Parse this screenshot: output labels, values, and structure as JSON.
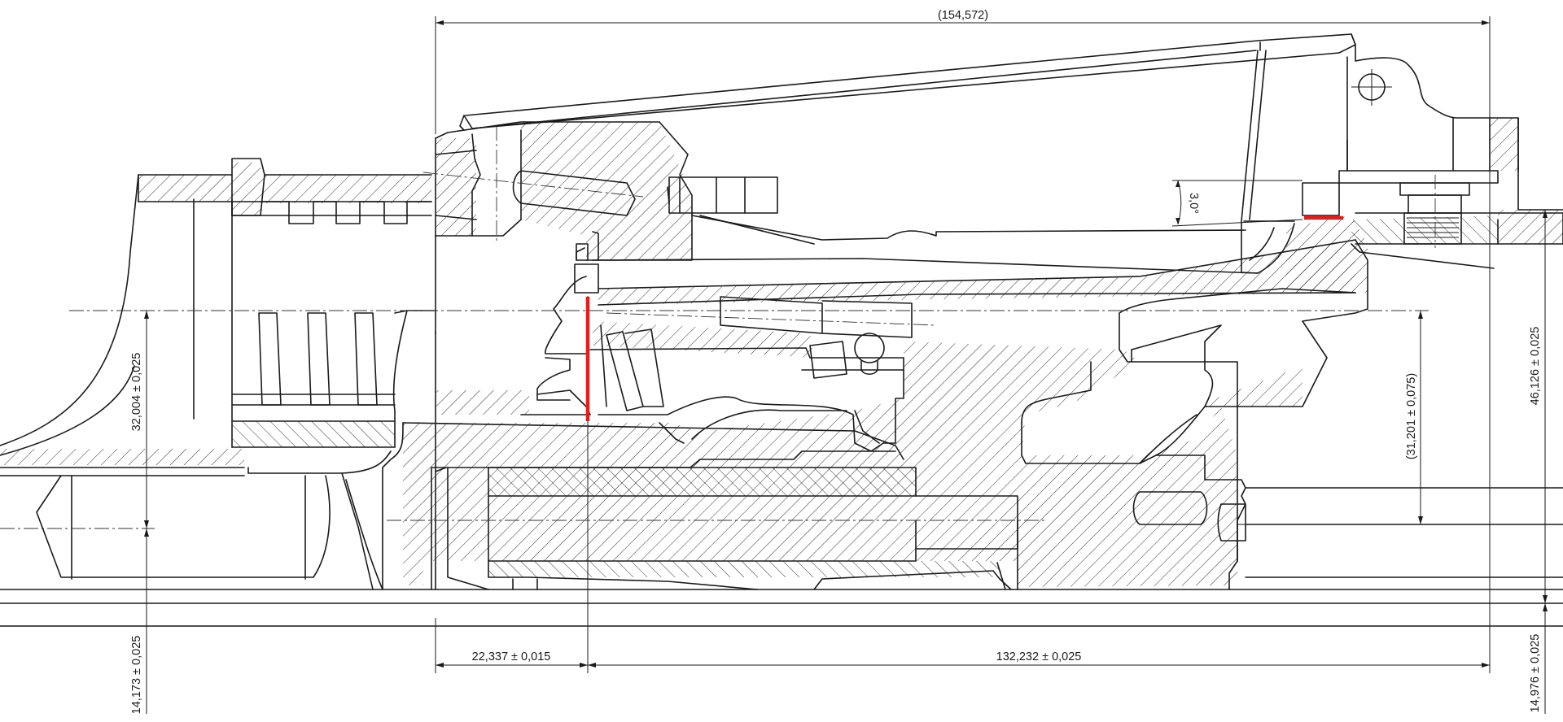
{
  "drawing": {
    "dimensions": {
      "overall_length": "(154,572)",
      "left_segment": "22,337 ± 0,015",
      "right_segment": "132,232 ± 0,025",
      "left_height": "32,004 ± 0,025",
      "bottom_left_height": "14,173 ± 0,025",
      "mid_height": "(31,201 ± 0,075)",
      "right_height": "46,126 ± 0,025",
      "bottom_right_height": "14,976 ± 0,025",
      "angle": "3,0°"
    },
    "colors": {
      "line": "#1a1a1a",
      "highlight": "#e02020",
      "background": "#ffffff"
    }
  }
}
